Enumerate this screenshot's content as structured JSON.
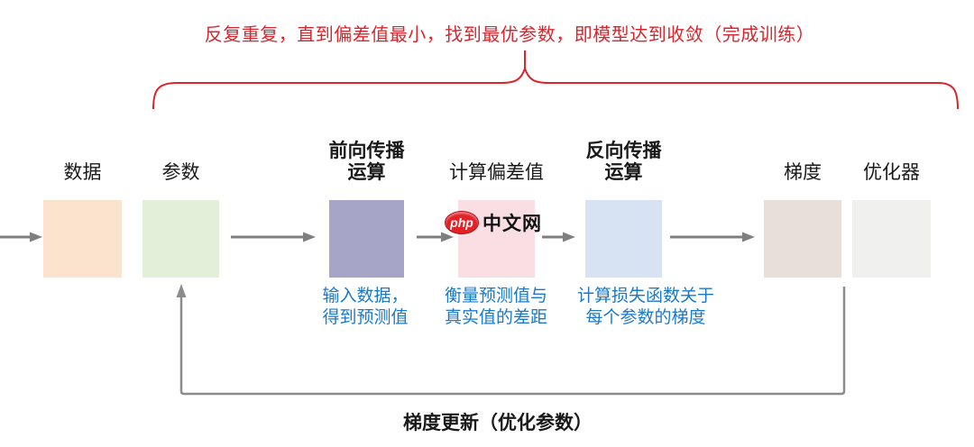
{
  "colors": {
    "red": "#d7262d",
    "blue-note": "#1b79c8",
    "arrow": "#7f7f7f",
    "loop": "#8c8c8c",
    "ink": "#1a1a1a"
  },
  "top_annotation": "反复重复，直到偏差值最小，找到最优参数，即模型达到收敛（完成训练）",
  "bottom_annotation": "梯度更新（优化参数）",
  "watermark": {
    "badge": "php",
    "text": "中文网",
    "badge_color": "#e32127"
  },
  "nodes": [
    {
      "label": "数据",
      "color": "#fce3cd"
    },
    {
      "label": "参数",
      "color": "#e4efda"
    },
    {
      "label": "前向传播\n运算",
      "color": "#a6a5c7",
      "note": "输入数据，\n得到预测值"
    },
    {
      "label": "计算偏差值",
      "color": "#f9dfe3",
      "note": "衡量预测值与\n真实值的差距"
    },
    {
      "label": "反向传播\n运算",
      "color": "#d7e2f2",
      "note": "计算损失函数关于\n每个参数的梯度"
    },
    {
      "label": "梯度",
      "color": "#e8dfd8"
    },
    {
      "label": "优化器",
      "color": "#f0f0ee"
    }
  ]
}
